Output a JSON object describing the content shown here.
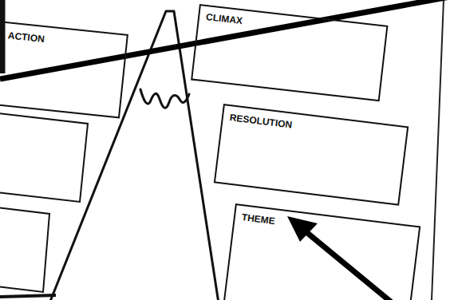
{
  "diagram": {
    "nodes": [
      {
        "text": [
          "ACTION"
        ]
      },
      {
        "text": [
          "CLIMAX"
        ]
      },
      {
        "text": [
          "RESOLUTION"
        ]
      },
      {
        "text": [
          "THEME"
        ]
      }
    ]
  }
}
